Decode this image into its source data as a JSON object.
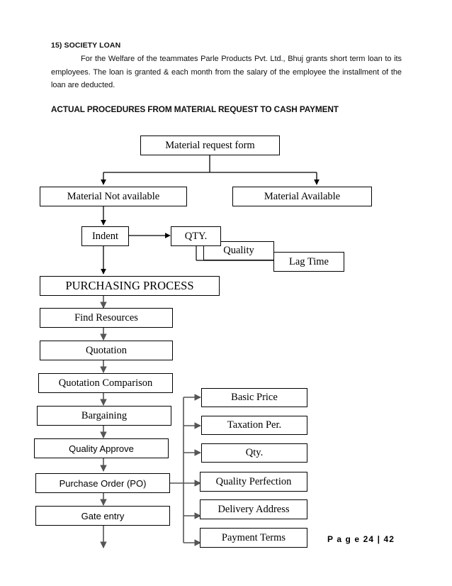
{
  "document": {
    "section_heading": "15) SOCIETY LOAN",
    "body_paragraph": "For the Welfare of the teammates Parle Products Pvt. Ltd., Bhuj grants short term loan to its employees. The loan is granted & each month from the salary of the employee the installment of the loan are deducted.",
    "procedures_heading": "ACTUAL PROCEDURES FROM MATERIAL REQUEST TO CASH PAYMENT",
    "footer": "P a g e 24 | 42"
  },
  "flowchart": {
    "nodes": {
      "material_request_form": "Material request form",
      "material_not_available": "Material Not available",
      "material_available": "Material Available",
      "indent": "Indent",
      "qty_top": "QTY.",
      "quality": "Quality",
      "lag_time": "Lag Time",
      "purchasing_process": "PURCHASING PROCESS",
      "find_resources": "Find Resources",
      "quotation": "Quotation",
      "quotation_comparison": "Quotation Comparison",
      "bargaining": "Bargaining",
      "quality_approve": "Quality Approve",
      "purchase_order": "Purchase Order (PO)",
      "gate_entry": "Gate entry",
      "basic_price": "Basic Price",
      "taxation_per": "Taxation Per.",
      "qty_right": "Qty.",
      "quality_perfection": "Quality Perfection",
      "delivery_address": "Delivery Address",
      "payment_terms": "Payment Terms"
    },
    "colors": {
      "line": "#000000",
      "line_gray": "#555555",
      "box_border": "#000000",
      "background": "#ffffff"
    }
  }
}
